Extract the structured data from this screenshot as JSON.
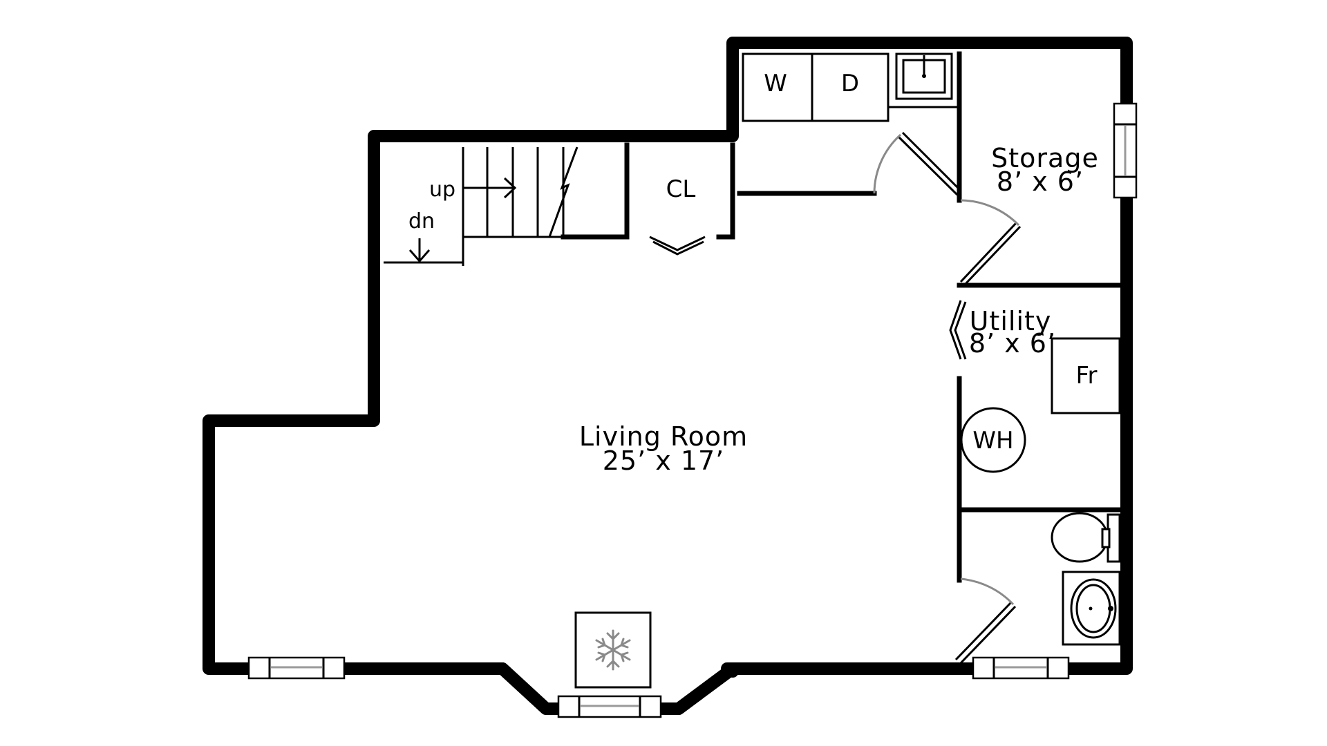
{
  "rooms": {
    "living": {
      "name": "Living Room",
      "size": "25’ x 17’"
    },
    "storage": {
      "name": "Storage",
      "size": "8’ x 6’"
    },
    "utility": {
      "name": "Utility",
      "size": "8’ x 6’"
    }
  },
  "fixtures": {
    "washer": "W",
    "dryer": "D",
    "closet": "CL",
    "furnace": "Fr",
    "water_heater": "WH"
  },
  "stairs": {
    "up": "up",
    "down": "dn"
  },
  "icons": [
    "sink-icon",
    "toilet-icon",
    "snowflake-icon",
    "stair-arrow-icon"
  ]
}
